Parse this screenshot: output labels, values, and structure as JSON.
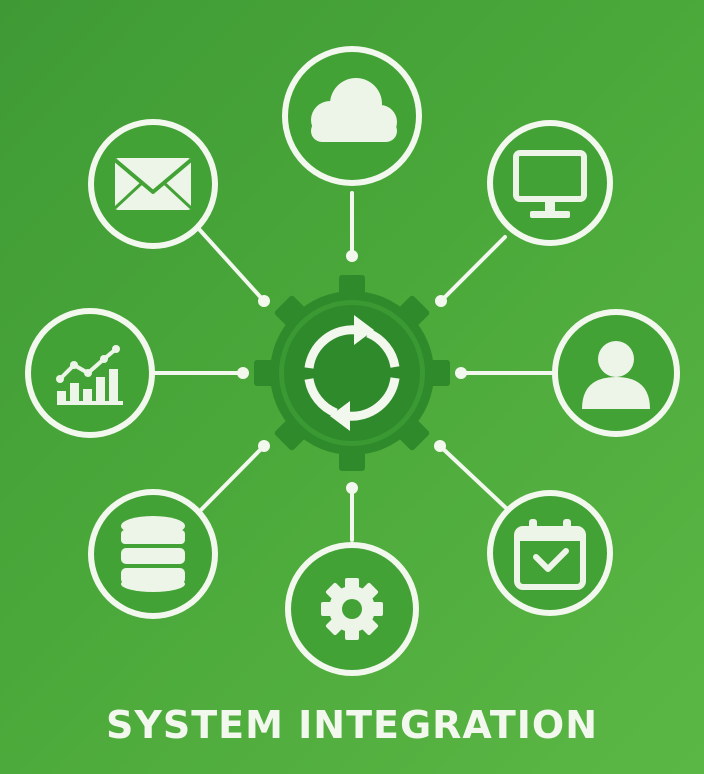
{
  "title": "SYSTEM INTEGRATION",
  "colors": {
    "background_start": "#3f9a35",
    "background_end": "#5bb745",
    "node_fill": "#43a235",
    "node_ring": "#f3f8ee",
    "icon": "#edf5e8",
    "hub_gear": "#2f8a2b",
    "connector": "#f3f8ee"
  },
  "hub": {
    "icon": "gear-sync-icon"
  },
  "nodes": [
    {
      "id": "cloud",
      "icon": "cloud-icon"
    },
    {
      "id": "monitor",
      "icon": "monitor-icon"
    },
    {
      "id": "user",
      "icon": "user-icon"
    },
    {
      "id": "calendar",
      "icon": "calendar-check-icon"
    },
    {
      "id": "settings",
      "icon": "gear-icon"
    },
    {
      "id": "database",
      "icon": "database-icon"
    },
    {
      "id": "analytics",
      "icon": "bar-chart-icon"
    },
    {
      "id": "mail",
      "icon": "mail-icon"
    }
  ]
}
